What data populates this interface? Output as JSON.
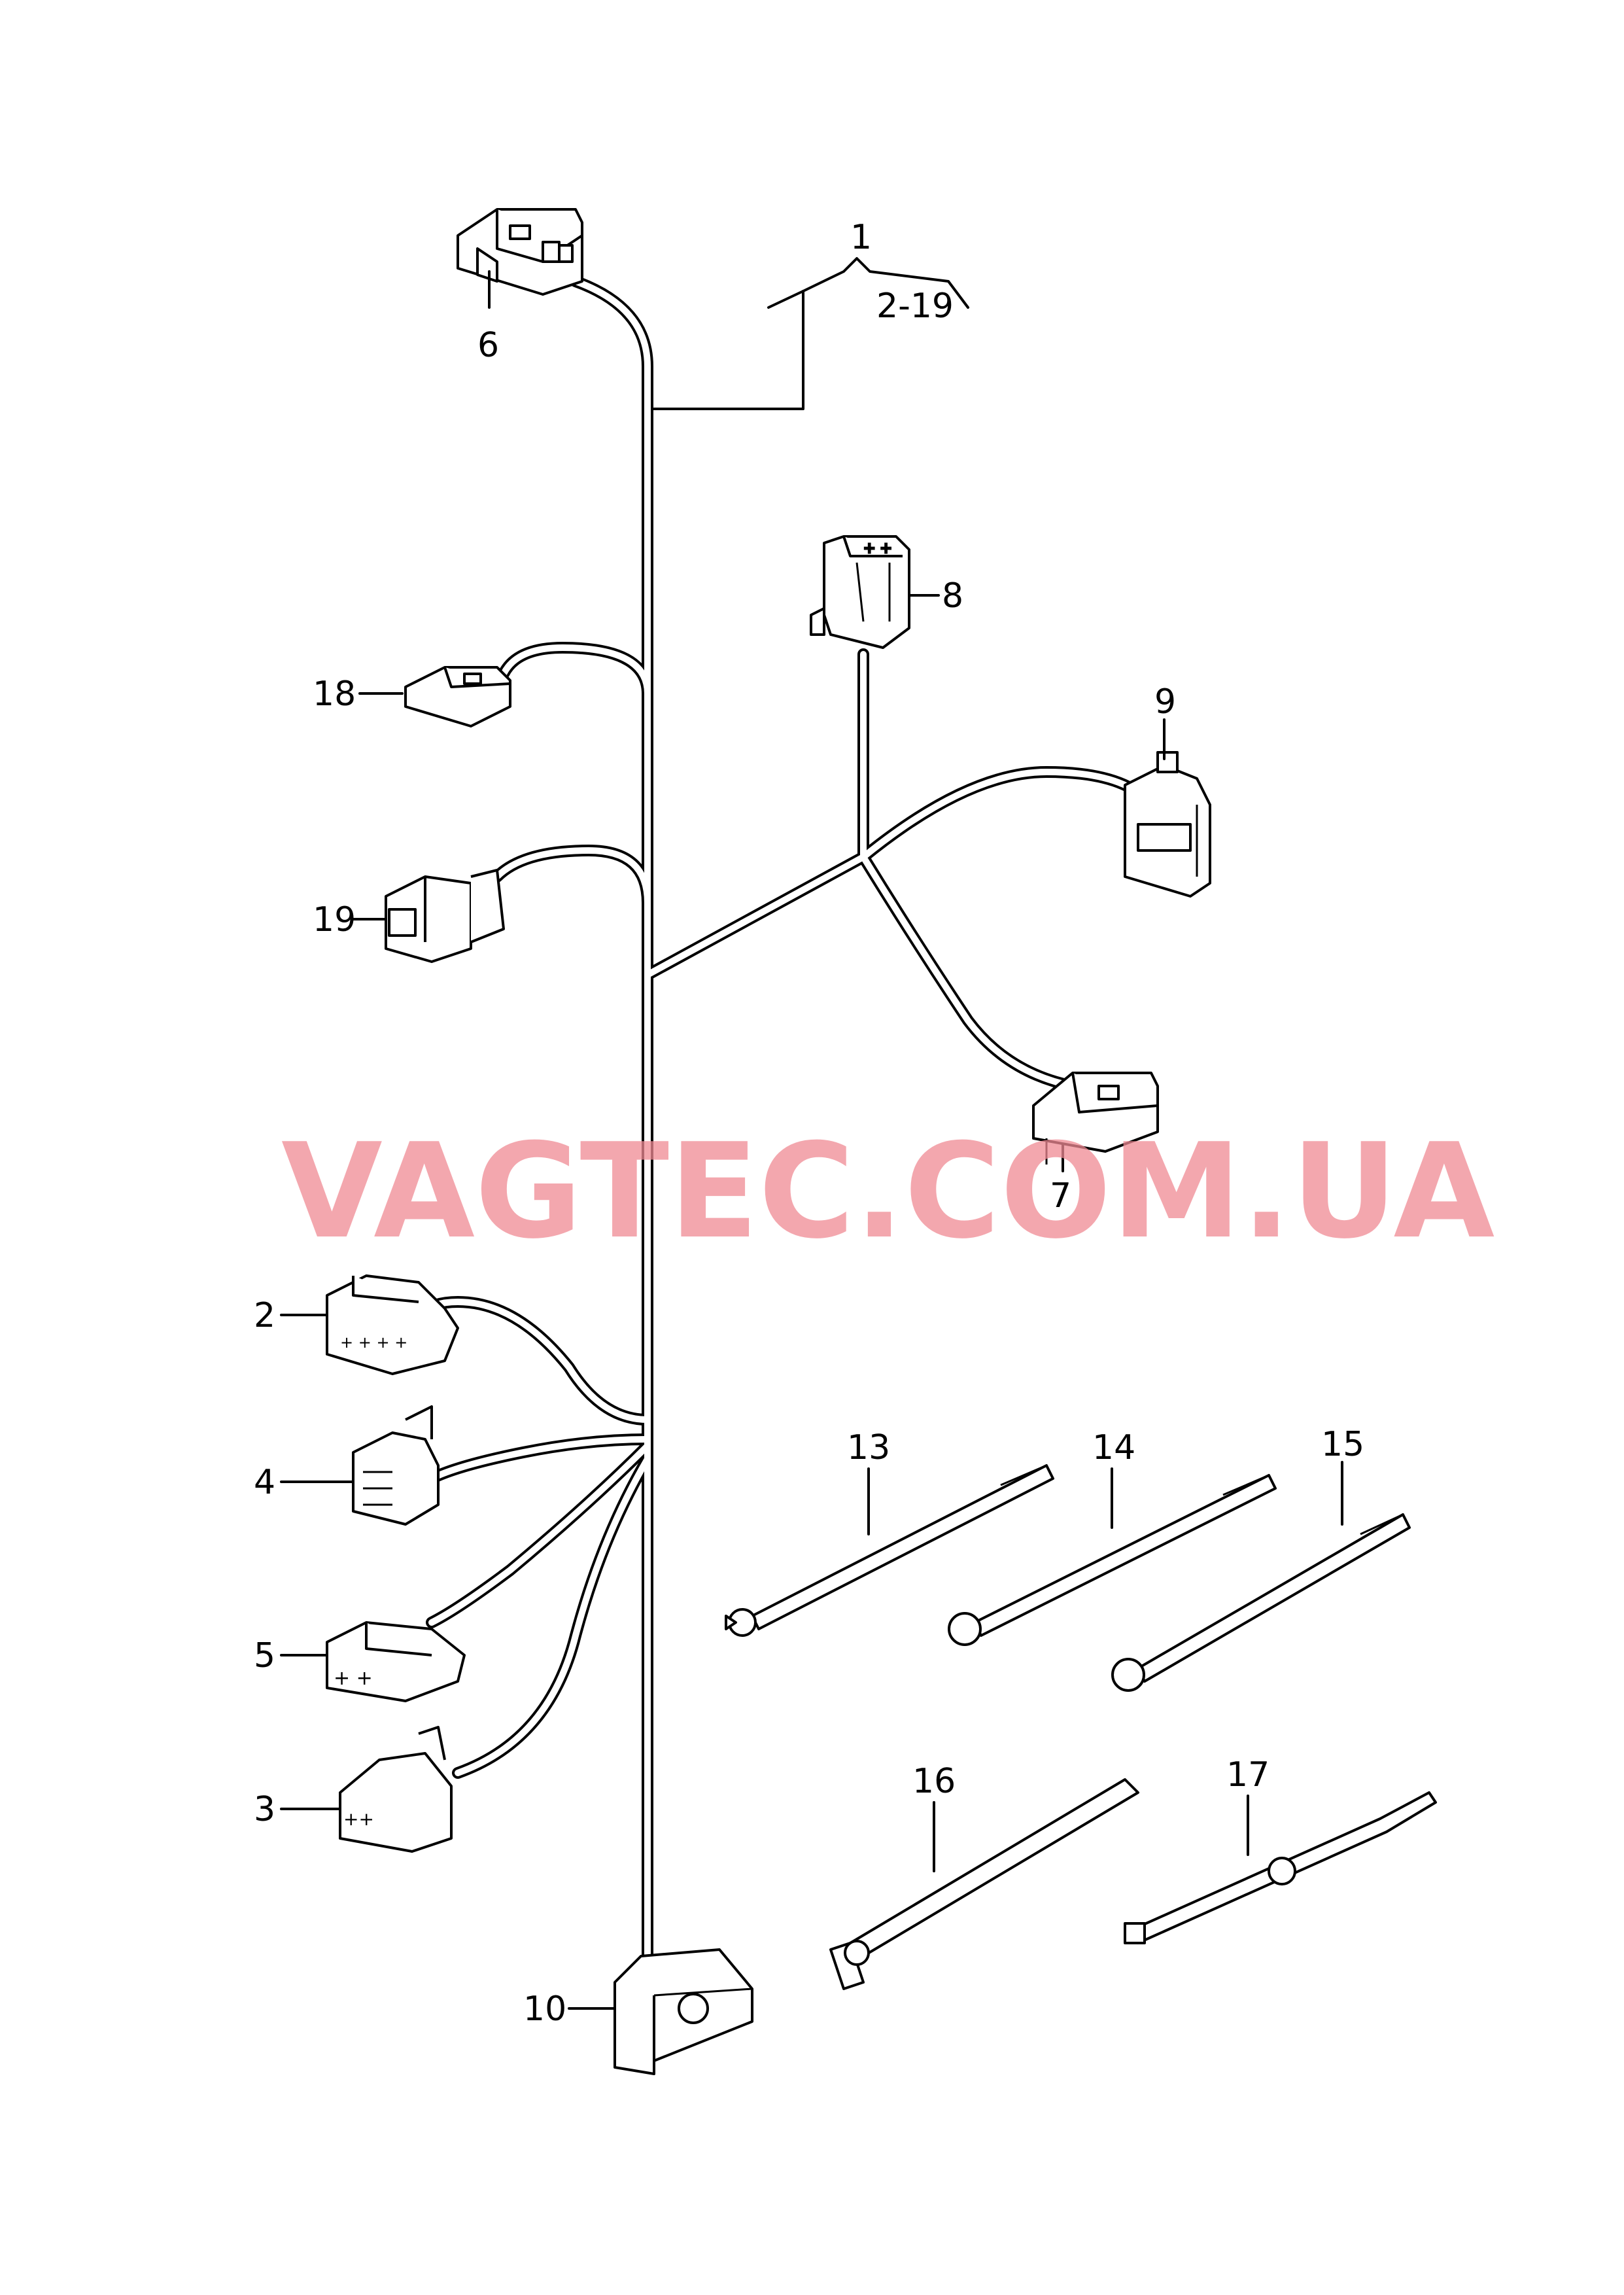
{
  "callouts": {
    "c1": "1",
    "c2_19": "2-19",
    "c2": "2",
    "c3": "3",
    "c4": "4",
    "c5": "5",
    "c6": "6",
    "c7": "7",
    "c8": "8",
    "c9": "9",
    "c10": "10",
    "c13": "13",
    "c14": "14",
    "c15": "15",
    "c16": "16",
    "c17": "17",
    "c18": "18",
    "c19": "19"
  },
  "watermark": "VAGTEC.COM.UA"
}
